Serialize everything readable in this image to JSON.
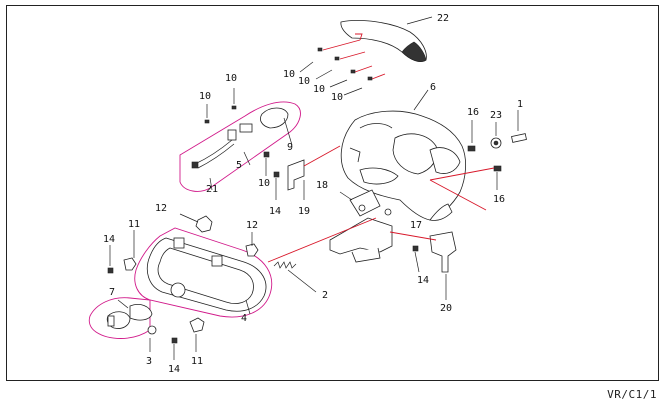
{
  "diagram": {
    "ref_code": "VR/C1/1",
    "colors": {
      "outline": "#d11a8a",
      "leader_red": "#d8182a",
      "ink": "#222222"
    },
    "labels": {
      "p1": "1",
      "p2": "2",
      "p3": "3",
      "p4": "4",
      "p5": "5",
      "p6": "6",
      "p7": "7",
      "p9": "9",
      "p10a": "10",
      "p10b": "10",
      "p10c": "10",
      "p10d": "10",
      "p10e": "10",
      "p10f": "10",
      "p10g": "10",
      "p11a": "11",
      "p11b": "11",
      "p12a": "12",
      "p12b": "12",
      "p14a": "14",
      "p14b": "14",
      "p14c": "14",
      "p14d": "14",
      "p16a": "16",
      "p16b": "16",
      "p17": "17",
      "p18": "18",
      "p19": "19",
      "p20": "20",
      "p21": "21",
      "p22": "22",
      "p23": "23"
    }
  }
}
